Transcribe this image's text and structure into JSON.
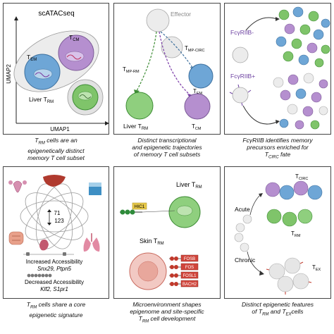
{
  "panels": {
    "p1": {
      "title": "scATACseq",
      "axis_y": "UMAP2",
      "axis_x": "UMAP1",
      "tcm": "T",
      "tcm_sub": "CM",
      "tem": "T",
      "tem_sub": "EM",
      "liver": "Liver T",
      "liver_sub": "RM",
      "caption_pre": "T",
      "caption_sub": "RM",
      "caption_l1": " cells are an",
      "caption_l2": "epigenetically distinct",
      "caption_l3": "memory T cell subset"
    },
    "p2": {
      "effector": "Effector",
      "tmpcirc": "T",
      "tmpcirc_sub": "MP-CIRC",
      "tmprm": "T",
      "tmprm_sub": "MP-RM",
      "tem": "T",
      "tem_sub": "EM",
      "liver": "Liver T",
      "liver_sub": "RM",
      "tcm": "T",
      "tcm_sub": "CM",
      "caption_l1": "Distinct transcriptional",
      "caption_l2": "and epigenetic trajectories",
      "caption_l3": "of memory T cell subsets"
    },
    "p3": {
      "neg": "FcγRIIB-",
      "pos": "FcγRIIB+",
      "caption_l1": "FcγRIIB identifies memory",
      "caption_l2": "precursors enriched for",
      "caption_l3_pre": "T",
      "caption_l3_sub": "CIRC",
      "caption_l3_post": " fate"
    },
    "p4": {
      "num1": "71",
      "num2": "123",
      "inc": "Increased Accessibility",
      "inc_genes": "Snx29, Ptpn5",
      "dec": "Decreased Accessibility",
      "dec_genes": "Klf2, S1pr1",
      "caption_pre": "T",
      "caption_sub": "RM",
      "caption_l1": " cells share a core",
      "caption_l2": "epigenetic signature"
    },
    "p5": {
      "liver": "Liver T",
      "liver_sub": "RM",
      "hic1": "HIC1",
      "skin": "Skin T",
      "skin_sub": "RM",
      "genes": [
        "FOSB",
        "FOS",
        "FOSL1",
        "BACH2"
      ],
      "caption_l1": "Microenvironment shapes",
      "caption_l2": "epigenome and site-specific",
      "caption_l3_pre": "T",
      "caption_l3_sub": "RM",
      "caption_l3_post": " cell development"
    },
    "p6": {
      "acute": "Acute",
      "chronic": "Chronic",
      "tcirc": "T",
      "tcirc_sub": "CIRC",
      "trm": "T",
      "trm_sub": "RM",
      "tex": "T",
      "tex_sub": "EX",
      "caption_l1": "Distinct epigenetic features",
      "caption_l2_pre": "of T",
      "caption_l2_sub1": "RM",
      "caption_l2_mid": " and T",
      "caption_l2_sub2": "EX",
      "caption_l2_post": "cells"
    }
  },
  "colors": {
    "tcm": "#b58fcf",
    "tem": "#6ea6d6",
    "trm": "#7fc46a",
    "grey": "#e6e6e6",
    "teal": "#3f7e83",
    "red": "#d0453b"
  }
}
